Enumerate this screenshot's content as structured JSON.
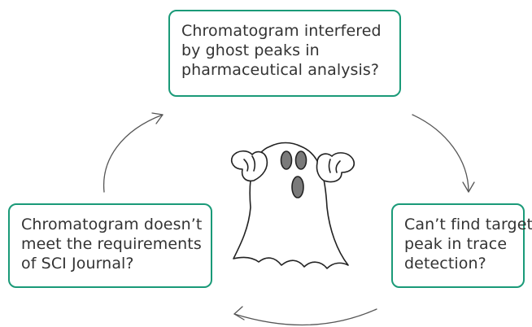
{
  "boxes": {
    "top": {
      "lines": [
        "Chromatogram interfered",
        "by ghost peaks in",
        "pharmaceutical analysis?"
      ]
    },
    "left": {
      "lines": [
        "Chromatogram doesn’t",
        "meet the requirements",
        "of SCI Journal?"
      ]
    },
    "right": {
      "lines": [
        "Can’t find target",
        "peak in trace",
        "detection?"
      ]
    }
  },
  "colors": {
    "box_border": "#1a9a78",
    "text": "#333333",
    "arrow": "#555555",
    "ghost_outline": "#222222",
    "ghost_eyes": "#7a7a7a"
  },
  "center_figure": {
    "icon": "ghost-icon"
  },
  "arrows": [
    "arrow-left-to-top",
    "arrow-top-to-right",
    "arrow-right-to-left"
  ]
}
